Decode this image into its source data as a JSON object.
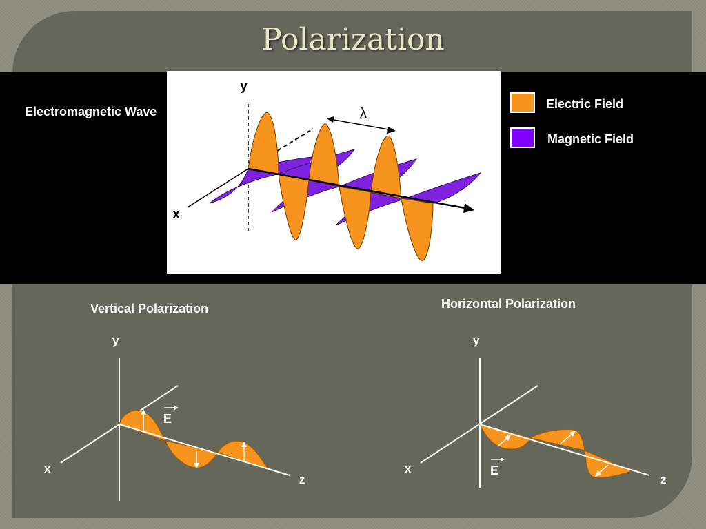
{
  "title": "Polarization",
  "em_wave_label": "Electromagnetic Wave",
  "legend": [
    {
      "label": "Electric Field",
      "color": "#f7941d"
    },
    {
      "label": "Magnetic Field",
      "color": "#7f00ff"
    }
  ],
  "wave_diagram": {
    "y_axis": "y",
    "x_axis": "x",
    "wavelength_symbol": "λ"
  },
  "vertical": {
    "label": "Vertical Polarization",
    "y": "y",
    "x": "x",
    "z": "z",
    "field": "E"
  },
  "horizontal": {
    "label": "Horizontal Polarization",
    "y": "y",
    "x": "x",
    "z": "z",
    "field": "E"
  },
  "colors": {
    "electric": "#f7941d",
    "magnetic": "#7f22e0",
    "panel": "#65675b",
    "band": "#000000"
  }
}
